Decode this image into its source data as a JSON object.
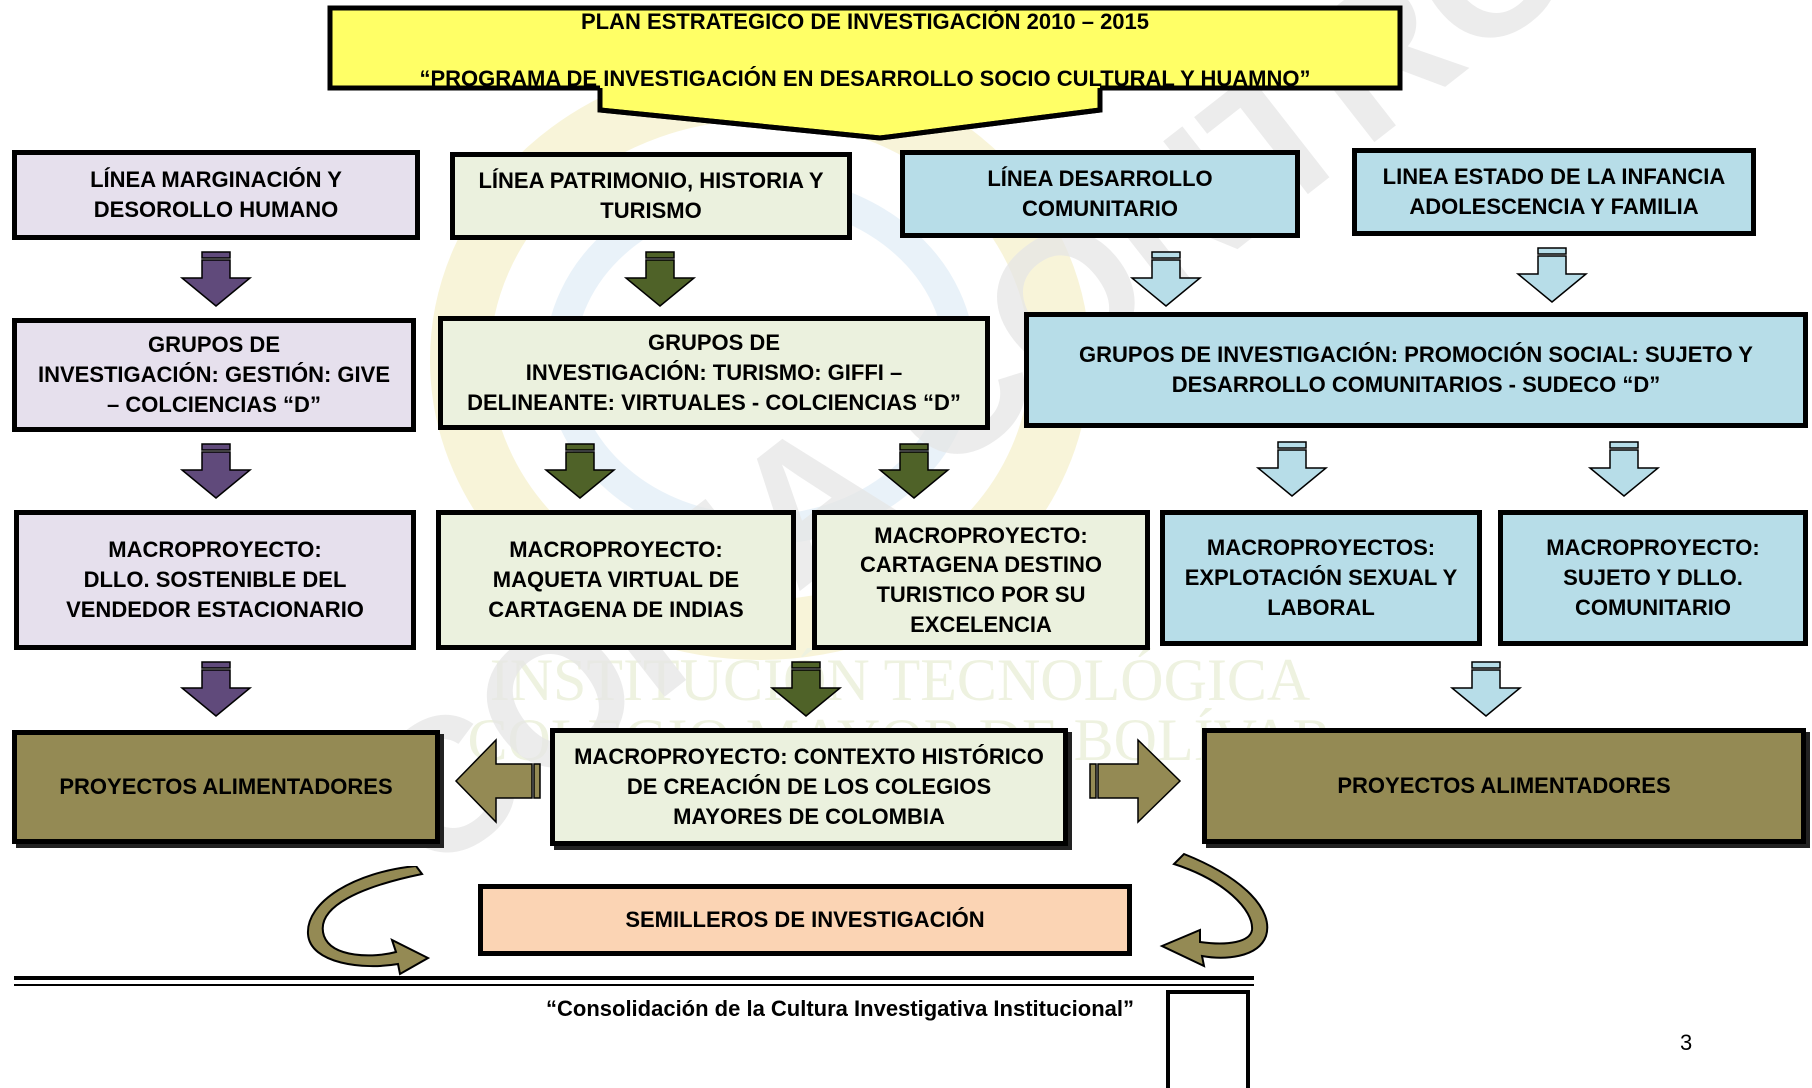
{
  "colors": {
    "purple_fill": "#e6e0ed",
    "purple_arrow": "#604a7b",
    "green_fill": "#ebf1de",
    "green_arrow": "#4f6228",
    "blue_fill": "#b7dde8",
    "blue_arrow": "#b7dde8",
    "olive_fill": "#948a54",
    "header_fill": "#ffff66",
    "semilleros_fill": "#fbd4b4"
  },
  "header": {
    "line1": "PLAN ESTRATEGICO DE INVESTIGACIÓN 2010 – 2015",
    "line2": "“PROGRAMA DE INVESTIGACIÓN EN DESARROLLO SOCIO CULTURAL Y HUAMNO”"
  },
  "lines": {
    "marginacion": "LÍNEA MARGINACIÓN Y\nDESOROLLO HUMANO",
    "patrimonio": "LÍNEA PATRIMONIO, HISTORIA Y\nTURISMO",
    "desarrollo": "LÍNEA DESARROLLO\nCOMUNITARIO",
    "infancia": "LINEA ESTADO DE LA INFANCIA\nADOLESCENCIA Y FAMILIA"
  },
  "groups": {
    "gestion": "GRUPOS DE\nINVESTIGACIÓN: GESTIÓN: GIVE\n– COLCIENCIAS “D”",
    "turismo": "GRUPOS DE\nINVESTIGACIÓN: TURISMO: GIFFI –\nDELINEANTE: VIRTUALES - COLCIENCIAS “D”",
    "promocion": "GRUPOS DE INVESTIGACIÓN: PROMOCIÓN SOCIAL: SUJETO Y\nDESARROLLO COMUNITARIOS - SUDECO “D”"
  },
  "macro": {
    "vendedor": "MACROPROYECTO:\nDLLO. SOSTENIBLE DEL\nVENDEDOR ESTACIONARIO",
    "maqueta": "MACROPROYECTO:\nMAQUETA VIRTUAL DE\nCARTAGENA DE INDIAS",
    "destino": "MACROPROYECTO:\nCARTAGENA DESTINO\nTURISTICO POR SU\nEXCELENCIA",
    "explotacion": "MACROPROYECTOS:\nEXPLOTACIÓN SEXUAL Y\nLABORAL",
    "sujeto": "MACROPROYECTO:\nSUJETO Y DLLO.\nCOMUNITARIO",
    "contexto": "MACROPROYECTO: CONTEXTO HISTÓRICO\nDE CREACIÓN DE LOS COLEGIOS\nMAYORES DE COLOMBIA"
  },
  "bottom": {
    "proyectos_left": "PROYECTOS ALIMENTADORES",
    "proyectos_right": "PROYECTOS ALIMENTADORES",
    "semilleros": "SEMILLEROS DE INVESTIGACIÓN"
  },
  "footer": {
    "text": "“Consolidación de la Cultura Investigativa Institucional”",
    "page_number": "3"
  },
  "watermark": {
    "diagonal": "COPIA CONTROLADA",
    "line1": "INSTITUCIÓN TECNOLÓGICA",
    "line2": "COLEGIO MAYOR DE BOLÍVAR"
  }
}
